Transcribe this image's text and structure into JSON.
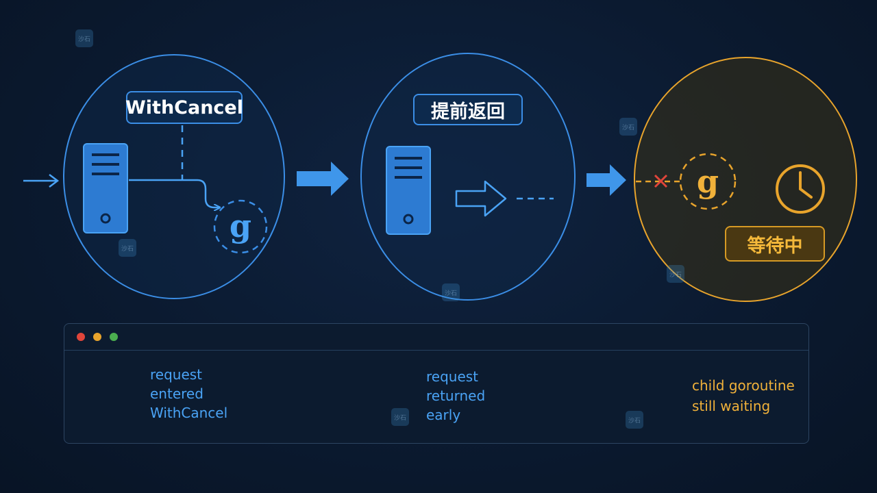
{
  "stage1": {
    "label": "WithCancel"
  },
  "stage2": {
    "label": "提前返回"
  },
  "stage3": {
    "label": "等待中"
  },
  "goroutine_glyph": "g",
  "timeline": {
    "step1": {
      "lines": [
        "request",
        "entered",
        "WithCancel"
      ]
    },
    "step2": {
      "lines": [
        "request",
        "returned",
        "early"
      ]
    },
    "step3": {
      "lines": [
        "child goroutine",
        "still waiting"
      ]
    }
  },
  "watermark": "沙石",
  "colors": {
    "blue": "#3b8ee6",
    "orange": "#e8a42c",
    "red": "#e0453a",
    "background": "#0b1a30"
  },
  "icons": [
    "server-icon",
    "goroutine-icon",
    "clock-icon",
    "cancel-x-icon",
    "arrow-right-icon"
  ]
}
